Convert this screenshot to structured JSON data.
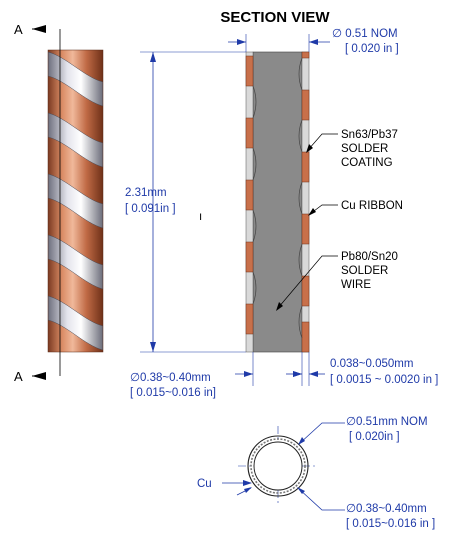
{
  "title": "SECTION VIEW",
  "section_marker_top": "A",
  "section_marker_bottom": "A",
  "dimensions": {
    "outer_nom_line1": "∅ 0.51 NOM",
    "outer_nom_line2": "[ 0.020 in ]",
    "length_line1": "2.31mm",
    "length_line2": "[ 0.091in ]",
    "core_dia_line1": "∅0.38~0.40mm",
    "core_dia_line2": "[ 0.015~0.016 in]",
    "ribbon_thk_line1": "0.038~0.050mm",
    "ribbon_thk_line2": "[ 0.0015 ~ 0.0020 in ]"
  },
  "callouts": {
    "coating_line1": "Sn63/Pb37",
    "coating_line2": "SOLDER",
    "coating_line3": "COATING",
    "ribbon": "Cu RIBBON",
    "wire_line1": "Pb80/Sn20",
    "wire_line2": "SOLDER",
    "wire_line3": "WIRE"
  },
  "cross_section": {
    "outer_line1": "∅0.51mm NOM",
    "outer_line2": "[ 0.020in ]",
    "cu_label": "Cu",
    "inner_line1": "∅0.38~0.40mm",
    "inner_line2": "[ 0.015~0.016 in ]"
  },
  "colors": {
    "dimension_blue": "#1f3aa8",
    "copper": "#c8704a",
    "solder_core": "#8a8a8a",
    "solder_silver": "#c9c9d2"
  }
}
